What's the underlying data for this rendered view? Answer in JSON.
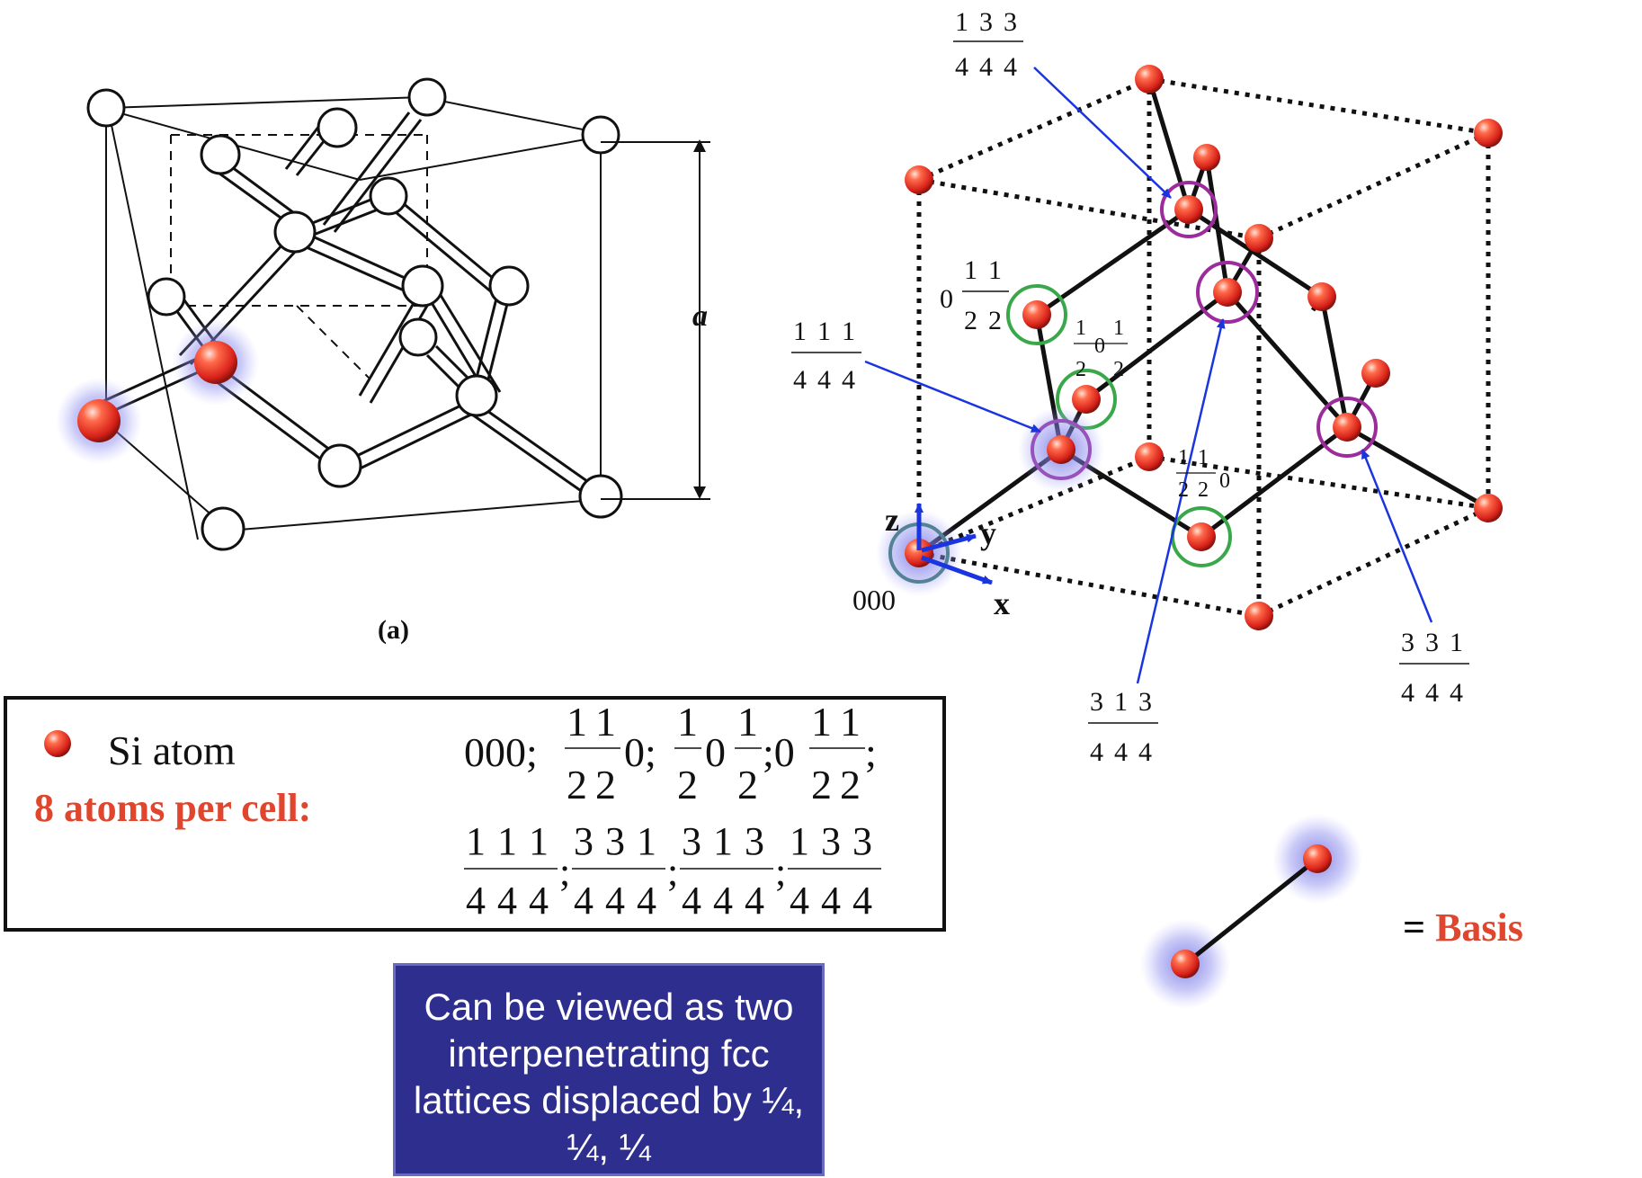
{
  "left_figure": {
    "label": "(a)",
    "dimension_label": "a"
  },
  "right_figure": {
    "axes": {
      "z": "z",
      "y": "y",
      "x": "x"
    },
    "origin_label": "000",
    "coords": {
      "c133": [
        "1",
        "3",
        "3",
        "4",
        "4",
        "4"
      ],
      "c111": [
        "1",
        "1",
        "1",
        "4",
        "4",
        "4"
      ],
      "c331": [
        "3",
        "3",
        "1",
        "4",
        "4",
        "4"
      ],
      "c313": [
        "3",
        "1",
        "3",
        "4",
        "4",
        "4"
      ],
      "c0hh": {
        "whole": "0",
        "num": [
          "1",
          "1"
        ],
        "den": [
          "2",
          "2"
        ]
      },
      "ch0h": {
        "num": [
          "1",
          "1"
        ],
        "den": [
          "2",
          "2"
        ],
        "mid": "0"
      },
      "chh0": {
        "num": [
          "1",
          "1"
        ],
        "den": [
          "2",
          "2"
        ],
        "tail": "0"
      }
    }
  },
  "legend": {
    "atom_label": "Si atom",
    "count_label": "8 atoms per cell:",
    "row1": "000; ½½0; ½0½;0½½;",
    "row1_parts": {
      "p0": "000;",
      "f1": {
        "num": [
          "1",
          "1"
        ],
        "den": [
          "2",
          "2"
        ],
        "tail": "0;"
      },
      "f2": {
        "num": [
          "1",
          "1"
        ],
        "den": [
          "2",
          "2"
        ],
        "mid": "0",
        "tail": ";0"
      },
      "f3": {
        "num": [
          "1",
          "1"
        ],
        "den": [
          "2",
          "2"
        ],
        "tail": ";"
      }
    },
    "row2_parts": [
      {
        "num": [
          "1",
          "1",
          "1"
        ],
        "den": [
          "4",
          "4",
          "4"
        ]
      },
      {
        "num": [
          "3",
          "3",
          "1"
        ],
        "den": [
          "4",
          "4",
          "4"
        ]
      },
      {
        "num": [
          "3",
          "1",
          "3"
        ],
        "den": [
          "4",
          "4",
          "4"
        ]
      },
      {
        "num": [
          "1",
          "3",
          "3"
        ],
        "den": [
          "4",
          "4",
          "4"
        ]
      }
    ],
    "row2_sep": ";"
  },
  "note": "Can be viewed as two interpenetrating fcc lattices displaced by ¼, ¼, ¼",
  "basis": {
    "eq": "= ",
    "word": "Basis"
  },
  "colors": {
    "atom": "#e0452e",
    "accent_red": "#e0452e",
    "note_bg": "#2e2e8f",
    "green_ring": "#3aa84a",
    "purple_ring": "#9c2c9c",
    "pointer": "#1a35e0"
  }
}
